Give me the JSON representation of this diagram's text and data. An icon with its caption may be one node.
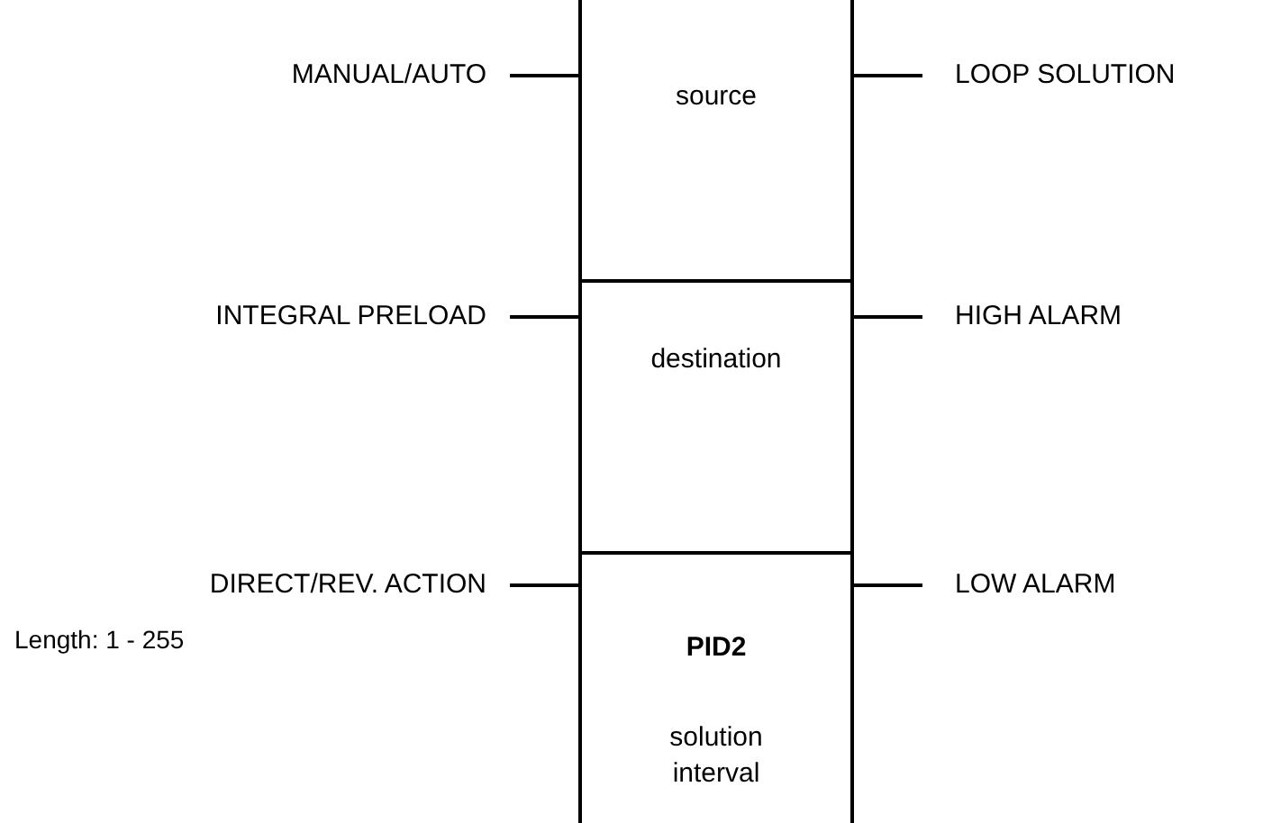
{
  "diagram": {
    "nodes": [
      {
        "text": [
          "MANUAL/AUTO"
        ]
      },
      {
        "text": [
          "source"
        ]
      },
      {
        "text": [
          "LOOP SOLUTION"
        ]
      },
      {
        "text": [
          "INTEGRAL PRELOAD"
        ]
      },
      {
        "text": [
          "destination"
        ]
      },
      {
        "text": [
          "HIGH ALARM"
        ]
      },
      {
        "text": [
          "DIRECT/REV. ACTION"
        ]
      },
      {
        "text": [
          "PID2",
          "solution interval"
        ]
      },
      {
        "text": [
          "LOW ALARM"
        ]
      }
    ],
    "edges": [
      {
        "from": 0,
        "to": 1,
        "arrow": "none"
      },
      {
        "from": 1,
        "to": 2,
        "arrow": "none"
      },
      {
        "from": 3,
        "to": 4,
        "arrow": "none"
      },
      {
        "from": 4,
        "to": 5,
        "arrow": "none"
      },
      {
        "from": 6,
        "to": 7,
        "arrow": "none"
      },
      {
        "from": 7,
        "to": 8,
        "arrow": "none"
      }
    ],
    "labels": [
      "Length: 1 - 255"
    ]
  }
}
